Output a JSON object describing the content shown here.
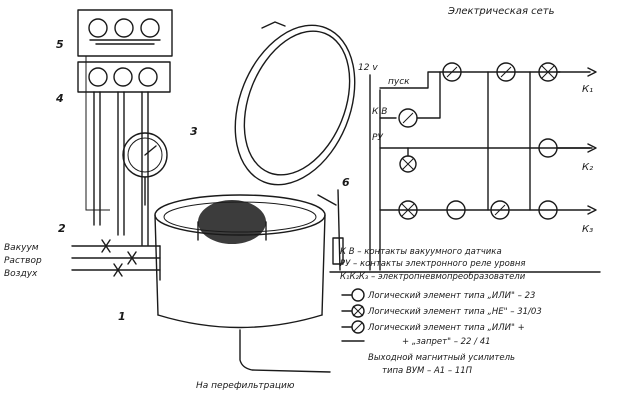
{
  "title_network": "Электрическая сеть",
  "markers": {
    "m1": "1",
    "m2": "2",
    "m3": "3",
    "m4": "4",
    "m5": "5",
    "m6": "6"
  },
  "circuit": {
    "supply": "12 v",
    "pusk": "пуск",
    "kv": "К В",
    "ru": "РУ",
    "k1": "К₁",
    "k2": "К₂",
    "k3": "К₃"
  },
  "lines_left": {
    "vacuum": "Вакуум",
    "solution": "Раствор",
    "air": "Воздух"
  },
  "outlet_label": "На перефильтрацию",
  "legend": {
    "kv": "К В – контакты вакуумного датчика",
    "ru": "РУ – контакты электронного реле уровня",
    "k": "К₁К₂К₃ – электропневмопреобразователи",
    "or": "Логический элемент типа „ИЛИ\" – 23",
    "not": "Логический элемент типа „НЕ\" – 31/03",
    "inhibit1": "Логический элемент типа „ИЛИ\" +",
    "inhibit2": "+ „запрет\" – 22 / 41",
    "amp1": "Выходной магнитный усилитель",
    "amp2": "типа ВУМ – А1 – 11П"
  },
  "colors": {
    "ink": "#1a1a1a",
    "paper": "#ffffff"
  }
}
